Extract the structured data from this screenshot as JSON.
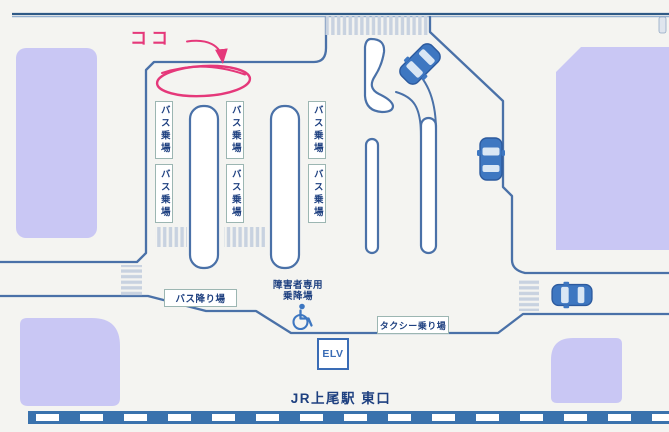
{
  "map": {
    "callout": {
      "label": "ココ"
    },
    "bus_stops": [
      {
        "label": "バス乗場"
      },
      {
        "label": "バス乗場"
      },
      {
        "label": "バス乗場"
      },
      {
        "label": "バス乗場"
      },
      {
        "label": "バス乗場"
      },
      {
        "label": "バス乗場"
      }
    ],
    "bus_alight": {
      "label": "バス降り場"
    },
    "taxi_stand": {
      "label": "タクシー乗り場"
    },
    "disabled_area": {
      "line1": "障害者専用",
      "line2": "乗降場"
    },
    "elevator": {
      "label": "ELV"
    },
    "station": {
      "label": "JR上尾駅 東口"
    }
  },
  "icons": {
    "car": "car-icon",
    "wheelchair": "wheelchair-icon",
    "highlight": "highlight-ellipse",
    "arrow": "callout-arrow-icon"
  },
  "colors": {
    "background": "#f4f4f1",
    "road": "#4a71a8",
    "road_dark": "#2f5a86",
    "building": "#c9c7f4",
    "stripe": "#c8d2e0",
    "navy_text": "#1e4080",
    "pink": "#e5387a",
    "car": "#3e77c1",
    "car_dark": "#2c5a9e",
    "railway": "#3a72ad",
    "bus_box_border": "#9cb6b2",
    "elv_blue": "#3a6cb5"
  }
}
